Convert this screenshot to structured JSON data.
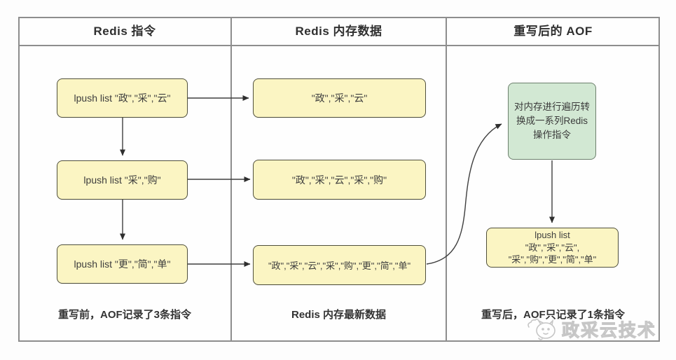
{
  "frame": {
    "columns": [
      {
        "header": "Redis 指令",
        "caption": "重写前，AOF记录了3条指令",
        "boxes": [
          "lpush list \"政\",\"采\",\"云\"",
          "lpush list \"采\",\"购\"",
          "lpush list \"更\",\"简\",\"单\""
        ]
      },
      {
        "header": "Redis 内存数据",
        "caption": "Redis 内存最新数据",
        "boxes": [
          "\"政\",\"采\",\"云\"",
          "\"政\",\"采\",\"云\",\"采\",\"购\"",
          "\"政\",\"采\",\"云\",\"采\",\"购\",\"更\",\"简\",\"单\""
        ]
      },
      {
        "header": "重写后的 AOF",
        "caption": "重写后，AOF只记录了1条指令",
        "process_box_lines": [
          "对内存进行遍历转",
          "换成一系列Redis",
          "操作指令"
        ],
        "result_box_lines": [
          "lpush list",
          "\"政\",\"采\",\"云\",",
          "\"采\",\"购\",\"更\",\"简\",\"单\""
        ]
      }
    ],
    "watermark": "政采云技术",
    "colors": {
      "box_yellow_fill": "#FBF5C3",
      "box_yellow_border": "#50503c",
      "box_green_fill": "#D2E8D3",
      "box_green_border": "#6d806d",
      "grid_line": "#8d8d8d",
      "arrow_line": "#3f3f3f"
    }
  }
}
